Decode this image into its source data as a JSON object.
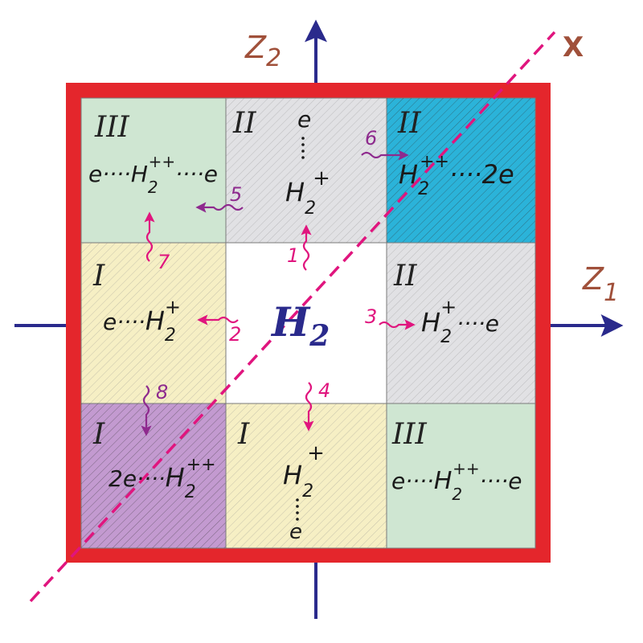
{
  "colors": {
    "frame_red": "#e4262c",
    "axis_navy": "#2a2a8c",
    "diagonal_magenta": "#e0157e",
    "axis_label_brown": "#a0503a",
    "arrow_purple": "#8e2a8e",
    "arrow_magenta": "#e0157e",
    "mint": "#cfe6d2",
    "gray": "#e1e1e4",
    "cyan": "#2bb3d9",
    "yellow": "#f6efc4",
    "violet": "#c39ad0",
    "center_white": "#ffffff"
  },
  "axes": {
    "z2_base": "Z",
    "z2_sub": "2",
    "z1_base": "Z",
    "z1_sub": "1",
    "x_label": "X"
  },
  "center": {
    "base": "H",
    "sub": "2"
  },
  "cells": {
    "top_left": {
      "roman": "III",
      "left": "e····",
      "ion": "H",
      "sub": "2",
      "sup": "++",
      "right": "····e",
      "fill": "mint"
    },
    "top_middle": {
      "roman": "II",
      "electron": "e",
      "ion": "H",
      "sub": "2",
      "sup": "+",
      "fill": "gray"
    },
    "top_right": {
      "roman": "II",
      "ion": "H",
      "sub": "2",
      "sup": "++",
      "right": "····2e",
      "fill": "cyan"
    },
    "middle_left": {
      "roman": "I",
      "left": "e····",
      "ion": "H",
      "sub": "2",
      "sup": "+",
      "fill": "yellow"
    },
    "middle_right": {
      "roman": "II",
      "ion": "H",
      "sub": "2",
      "sup": "+",
      "right": "····e",
      "fill": "gray"
    },
    "bottom_left": {
      "roman": "I",
      "left": "2e····",
      "ion": "H",
      "sub": "2",
      "sup": "++",
      "fill": "violet"
    },
    "bottom_middle": {
      "roman": "I",
      "electron": "e",
      "ion": "H",
      "sub": "2",
      "sup": "+",
      "fill": "yellow"
    },
    "bottom_right": {
      "roman": "III",
      "left": "e····",
      "ion": "H",
      "sub": "2",
      "sup": "++",
      "right": "····e",
      "fill": "mint"
    }
  },
  "transitions": {
    "t1": "1",
    "t2": "2",
    "t3": "3",
    "t4": "4",
    "t5": "5",
    "t6": "6",
    "t7": "7",
    "t8": "8"
  }
}
